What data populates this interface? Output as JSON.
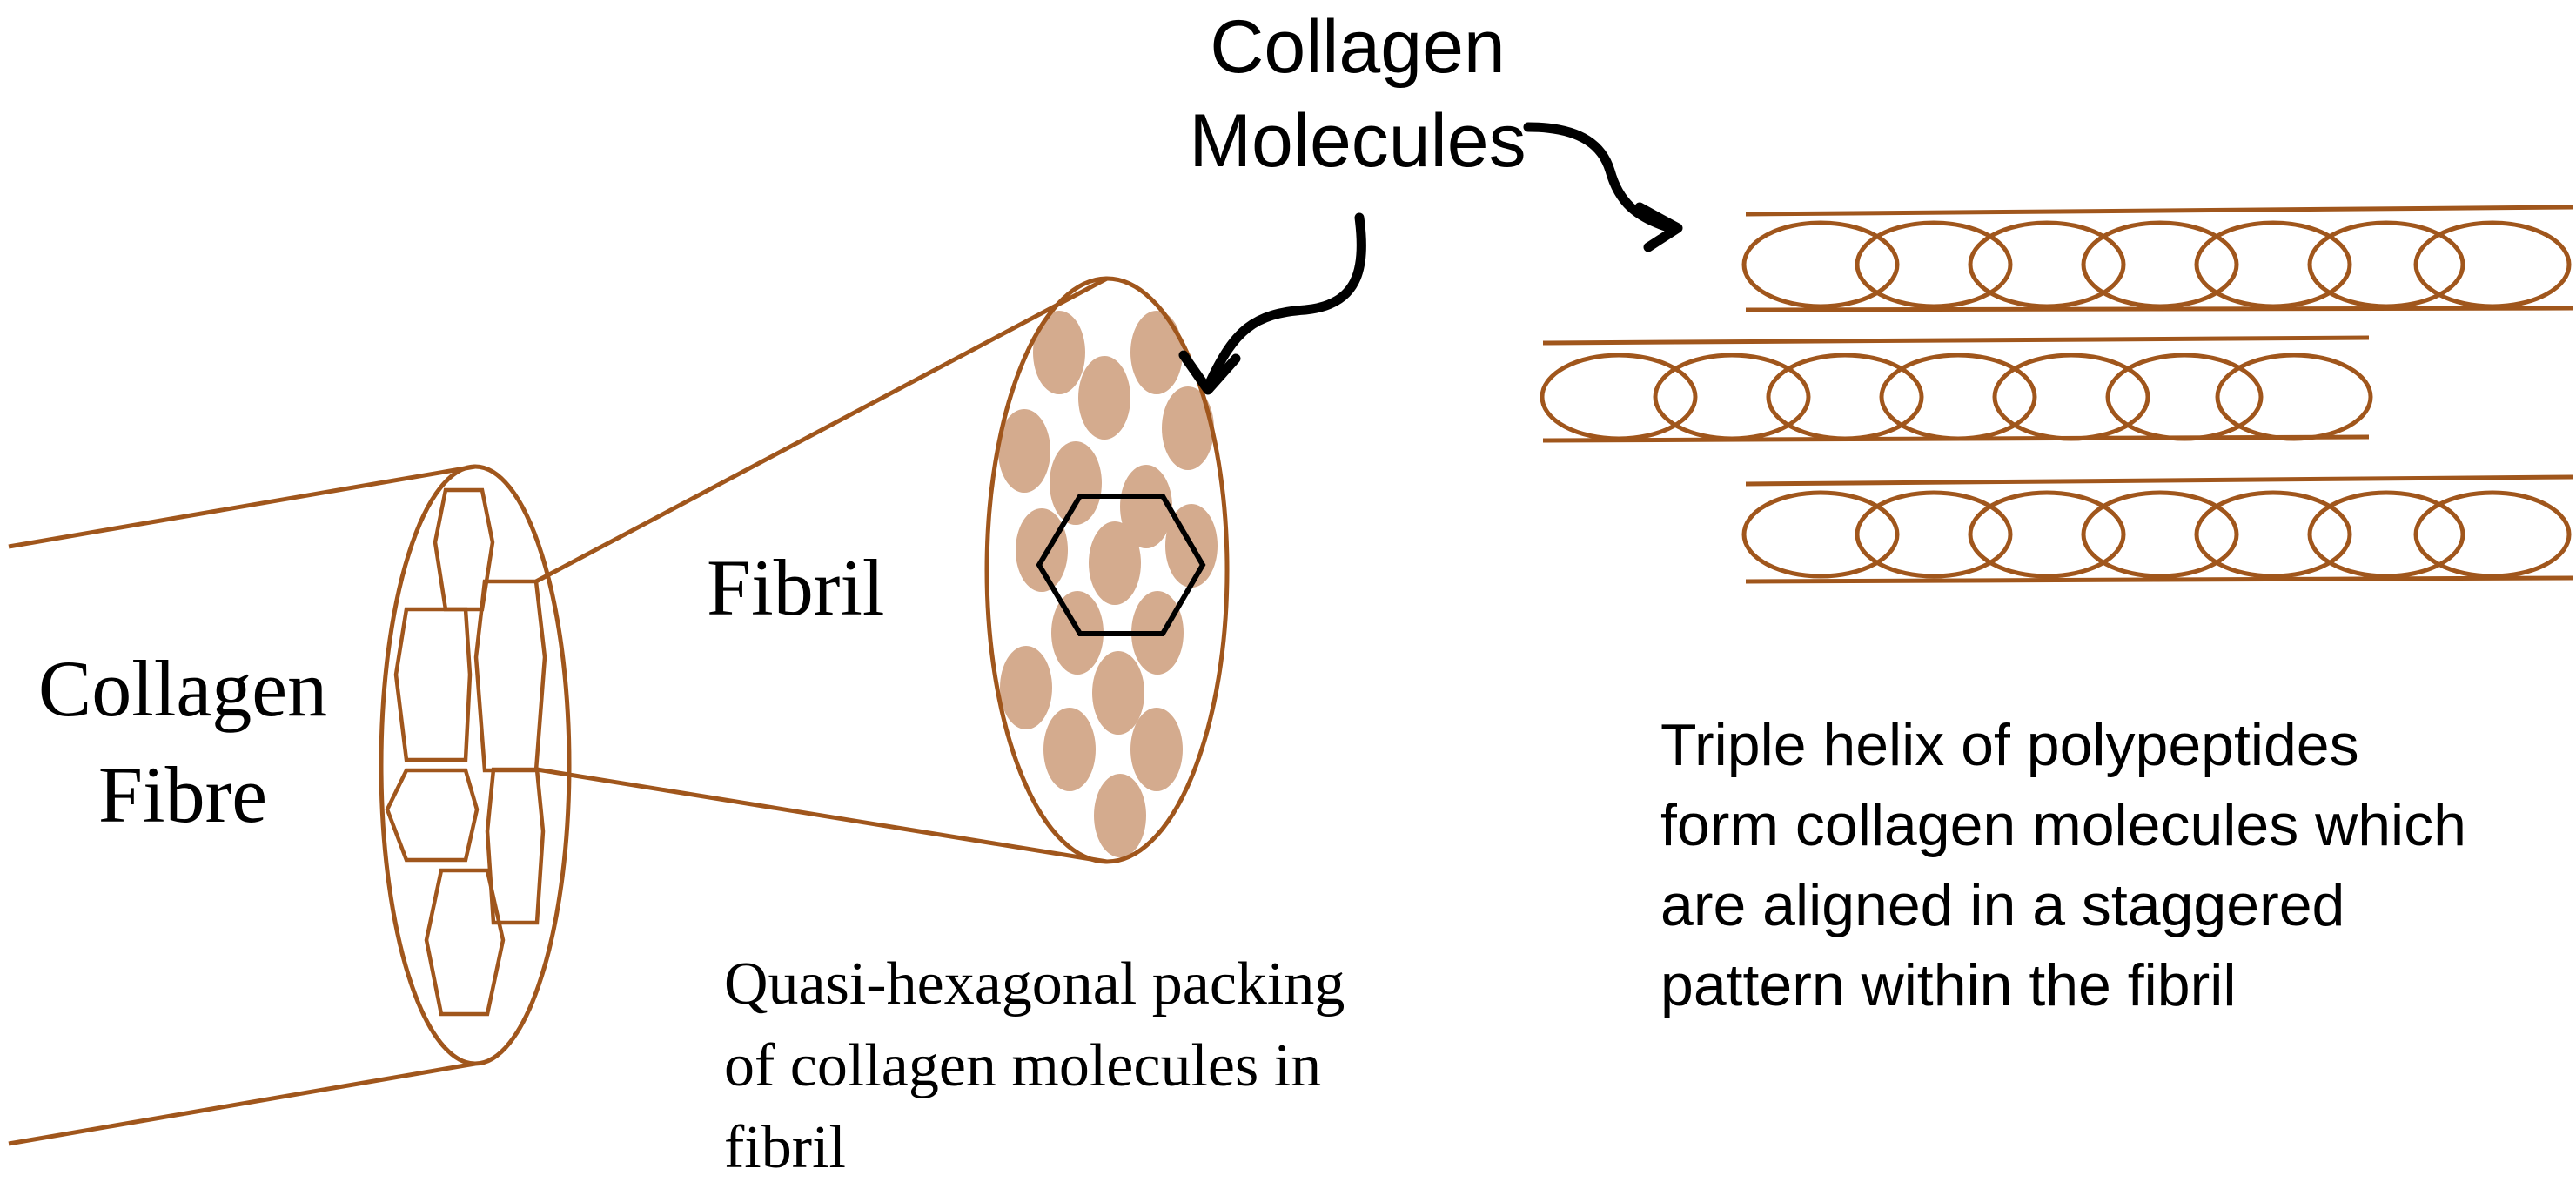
{
  "colors": {
    "fiber_stroke": "#a0561c",
    "dot_fill": "#d4ab8e",
    "arrow": "#000000",
    "text": "#000000"
  },
  "labels": {
    "collagen_molecules": [
      "Collagen",
      "Molecules"
    ],
    "fibril": "Fibril",
    "collagen_fibre": [
      "Collagen",
      "Fibre"
    ],
    "quasi_hexagonal": [
      "Quasi-hexagonal packing",
      "of collagen molecules in",
      "fibril"
    ],
    "triple_helix": [
      "Triple helix of polypeptides",
      "form collagen molecules which",
      "are aligned in a staggered",
      "pattern within the fibril"
    ]
  },
  "icons": {
    "curved_arrows": [
      "curved-arrow-down-icon",
      "curved-arrow-right-icon"
    ],
    "hexagon": "hexagon-outline-icon"
  }
}
